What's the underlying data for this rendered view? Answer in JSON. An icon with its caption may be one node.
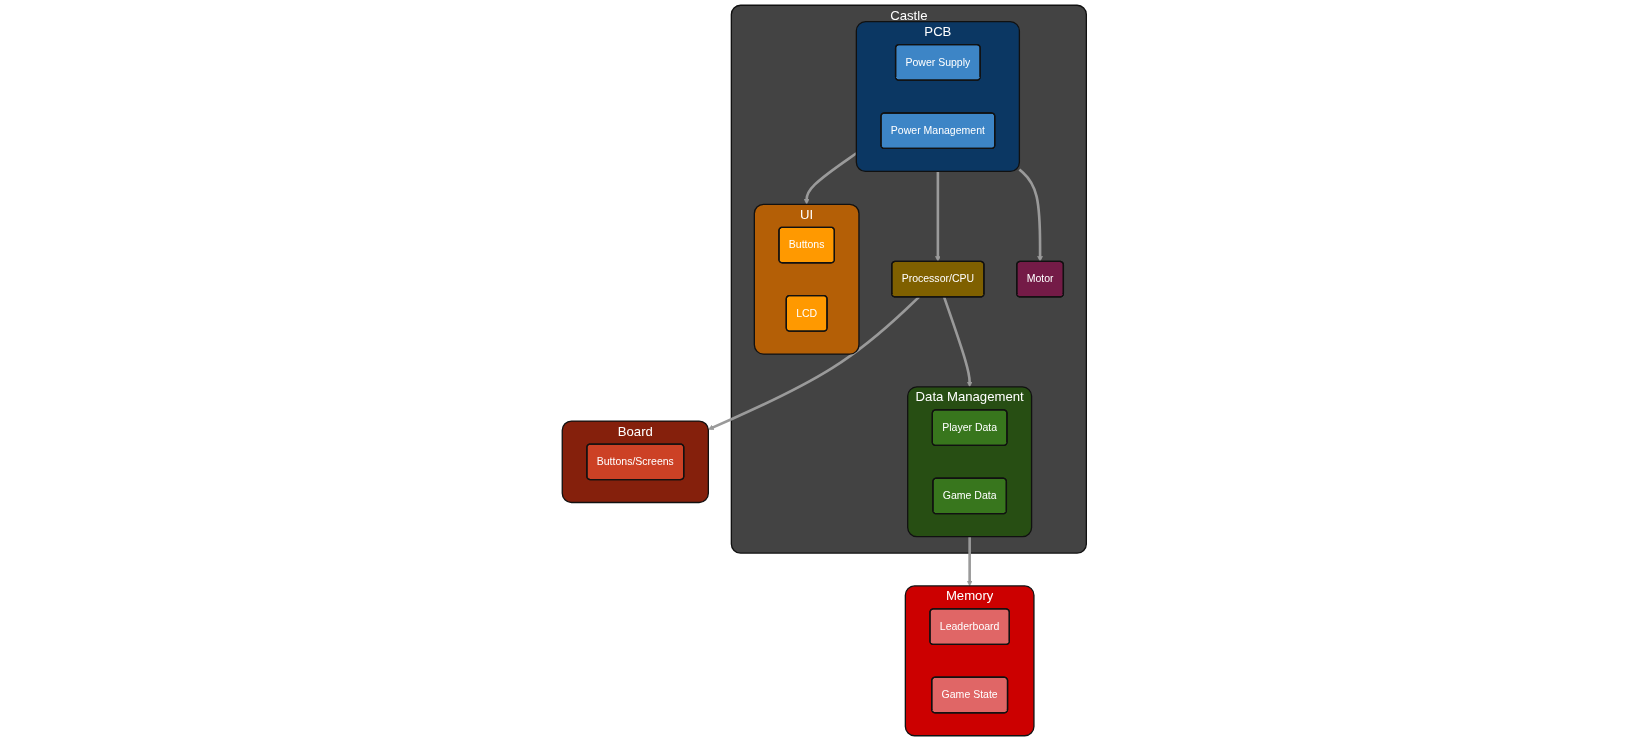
{
  "diagram": {
    "nodes": [
      {
        "text": [
          "Castle"
        ]
      },
      {
        "text": [
          "PCB"
        ],
        "in": 0
      },
      {
        "text": [
          "Power Supply"
        ],
        "in": 1
      },
      {
        "text": [
          "Power Management"
        ],
        "in": 1
      },
      {
        "text": [
          "Board"
        ]
      },
      {
        "text": [
          "Buttons/Screens"
        ],
        "in": 4
      },
      {
        "text": [
          "Processor/CPU"
        ],
        "in": 0
      },
      {
        "text": [
          "Motor"
        ],
        "in": 0
      },
      {
        "text": [
          "UI"
        ],
        "in": 0
      },
      {
        "text": [
          "Buttons"
        ],
        "in": 8
      },
      {
        "text": [
          "LCD"
        ],
        "in": 8
      },
      {
        "text": [
          "Memory"
        ]
      },
      {
        "text": [
          "Leaderboard"
        ],
        "in": 11
      },
      {
        "text": [
          "Game State"
        ],
        "in": 11
      },
      {
        "text": [
          "Data Management"
        ],
        "in": 0
      },
      {
        "text": [
          "Player Data"
        ],
        "in": 14
      },
      {
        "text": [
          "Game Data"
        ],
        "in": 14
      }
    ],
    "edges": [
      {
        "from": 1,
        "to": 6,
        "arrow": "to"
      },
      {
        "from": 1,
        "to": 7,
        "arrow": "to"
      },
      {
        "from": 1,
        "to": 8,
        "arrow": "to"
      },
      {
        "from": 6,
        "to": 4,
        "arrow": "to"
      },
      {
        "from": 6,
        "to": 14,
        "arrow": "to"
      },
      {
        "from": 14,
        "to": 11,
        "arrow": "to"
      }
    ]
  }
}
